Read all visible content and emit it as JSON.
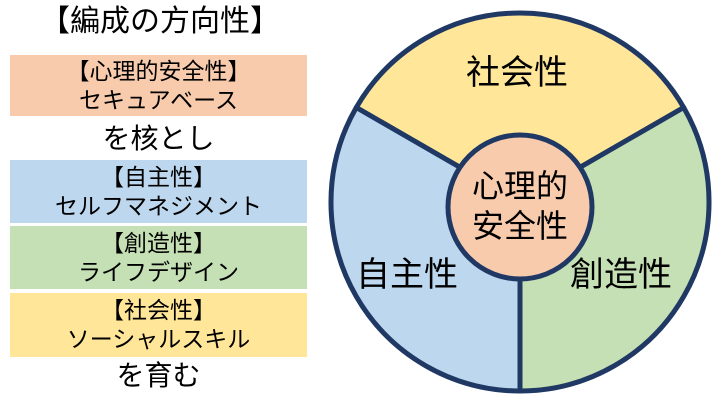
{
  "palette": {
    "orange": "#F8CBAD",
    "blue": "#BDD7EE",
    "green": "#C5E0B4",
    "yellow": "#FFE699",
    "navy": "#1F3864",
    "text": "#000000",
    "background": "#FFFFFF"
  },
  "left_panel": {
    "title": "【編成の方向性】",
    "items": [
      {
        "category": "【心理的安全性】",
        "method": "セキュアベース",
        "color": "#F8CBAD"
      },
      {
        "category": "【自主性】",
        "method": "セルフマネジメント",
        "color": "#BDD7EE"
      },
      {
        "category": "【創造性】",
        "method": "ライフデザイン",
        "color": "#C5E0B4"
      },
      {
        "category": "【社会性】",
        "method": "ソーシャルスキル",
        "color": "#FFE699"
      }
    ],
    "connector_core": "を核とし",
    "connector_grow": "を育む"
  },
  "diagram": {
    "center_label_line1": "心理的",
    "center_label_line2": "安全性",
    "segments": [
      {
        "label": "社会性",
        "position": "top",
        "color": "#FFE699"
      },
      {
        "label": "自主性",
        "position": "bottom-left",
        "color": "#BDD7EE"
      },
      {
        "label": "創造性",
        "position": "bottom-right",
        "color": "#C5E0B4"
      }
    ]
  }
}
